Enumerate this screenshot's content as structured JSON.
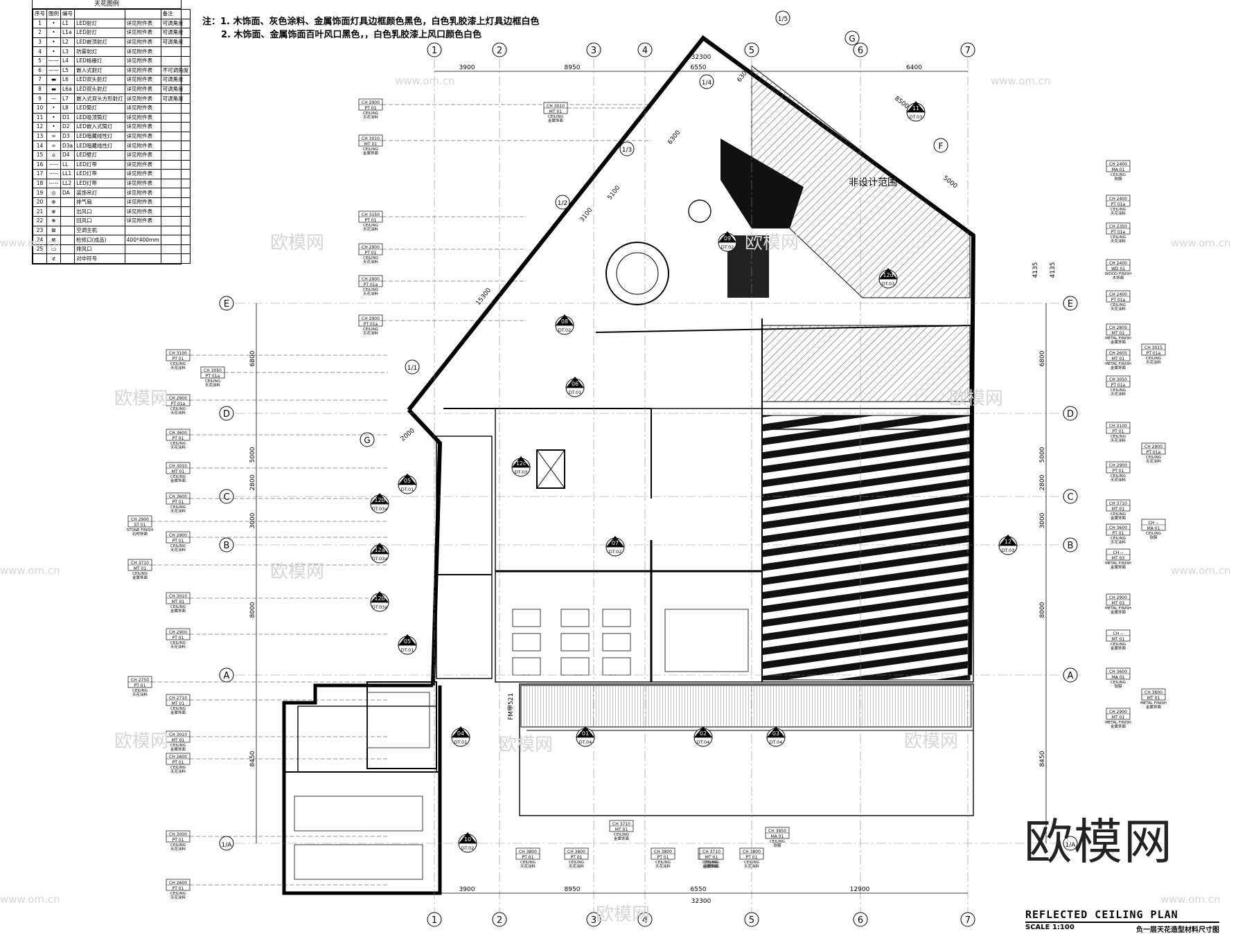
{
  "legend": {
    "title": "天花图例",
    "headers": [
      "序号",
      "图例",
      "编号",
      "",
      "",
      "备注"
    ],
    "rows": [
      {
        "n": "1",
        "sym": "•",
        "code": "L1",
        "desc": "LED射灯",
        "spec": "详见附件表",
        "note": "可调角度"
      },
      {
        "n": "2",
        "sym": "•",
        "code": "L1a",
        "desc": "LED射灯",
        "spec": "详见附件表",
        "note": "可调角度"
      },
      {
        "n": "3",
        "sym": "•",
        "code": "L2",
        "desc": "LED嵌顶射灯",
        "spec": "详见附件表",
        "note": "可调角度"
      },
      {
        "n": "4",
        "sym": "•",
        "code": "L3",
        "desc": "防雾射灯",
        "spec": "详见附件表",
        "note": ""
      },
      {
        "n": "5",
        "sym": "——",
        "code": "L4",
        "desc": "LED格栅灯",
        "spec": "详见附件表",
        "note": ""
      },
      {
        "n": "6",
        "sym": "——",
        "code": "L5",
        "desc": "嵌入式射灯",
        "spec": "详见附件表",
        "note": "不可调角度"
      },
      {
        "n": "7",
        "sym": "▬",
        "code": "L6",
        "desc": "LED双头射灯",
        "spec": "详见附件表",
        "note": "可调角度"
      },
      {
        "n": "8",
        "sym": "▬",
        "code": "L6a",
        "desc": "LED双头射灯",
        "spec": "详见附件表",
        "note": "可调角度"
      },
      {
        "n": "9",
        "sym": "—",
        "code": "L7",
        "desc": "嵌入式双头方形射灯",
        "spec": "详见附件表",
        "note": "可调角度"
      },
      {
        "n": "10",
        "sym": "•",
        "code": "L8",
        "desc": "LED筒灯",
        "spec": "详见附件表",
        "note": ""
      },
      {
        "n": "11",
        "sym": "•",
        "code": "D1",
        "desc": "LED吸顶筒灯",
        "spec": "详见附件表",
        "note": ""
      },
      {
        "n": "12",
        "sym": "•",
        "code": "D2",
        "desc": "LED嵌入式筒灯",
        "spec": "详见附件表",
        "note": ""
      },
      {
        "n": "13",
        "sym": "═",
        "code": "D3",
        "desc": "LED暗藏线性灯",
        "spec": "详见附件表",
        "note": ""
      },
      {
        "n": "14",
        "sym": "═",
        "code": "D3a",
        "desc": "LED暗藏线性灯",
        "spec": "详见附件表",
        "note": ""
      },
      {
        "n": "15",
        "sym": "⌂",
        "code": "D4",
        "desc": "LED壁灯",
        "spec": "详见附件表",
        "note": ""
      },
      {
        "n": "16",
        "sym": "-----",
        "code": "LL",
        "desc": "LED灯带",
        "spec": "详见附件表",
        "note": ""
      },
      {
        "n": "17",
        "sym": "-----",
        "code": "LL1",
        "desc": "LED灯带",
        "spec": "详见附件表",
        "note": ""
      },
      {
        "n": "18",
        "sym": "-----",
        "code": "LL2",
        "desc": "LED灯带",
        "spec": "详见附件表",
        "note": ""
      },
      {
        "n": "19",
        "sym": "◎",
        "code": "DA",
        "desc": "装饰吊灯",
        "spec": "详见附件表",
        "note": ""
      },
      {
        "n": "20",
        "sym": "⊕",
        "code": "",
        "desc": "排气扇",
        "spec": "详见附件表",
        "note": ""
      },
      {
        "n": "21",
        "sym": "⊕",
        "code": "",
        "desc": "出风口",
        "spec": "详见附件表",
        "note": ""
      },
      {
        "n": "22",
        "sym": "⊕",
        "code": "",
        "desc": "回风口",
        "spec": "详见附件表",
        "note": ""
      },
      {
        "n": "23",
        "sym": "⊠",
        "code": "",
        "desc": "空调主机",
        "spec": "",
        "note": ""
      },
      {
        "n": "24",
        "sym": "⊠",
        "code": "",
        "desc": "检修口(成品)",
        "spec": "400*400mm",
        "note": ""
      },
      {
        "n": "25",
        "sym": "▭",
        "code": "",
        "desc": "排风口",
        "spec": "",
        "note": ""
      },
      {
        "n": "",
        "sym": "⊄",
        "code": "",
        "desc": "对中符号",
        "spec": "",
        "note": ""
      }
    ]
  },
  "notes": [
    "注：1. 木饰面、灰色涂料、金属饰面灯具边框颜色黑色，白色乳胶漆上灯具边框白色",
    "2. 木饰面、金属饰面百叶风口黑色，，白色乳胶漆上风口颜色白色"
  ],
  "grid": {
    "columns": [
      "1",
      "2",
      "3",
      "4",
      "5",
      "6",
      "7"
    ],
    "rows": [
      "E",
      "D",
      "C",
      "B",
      "A",
      "1/A"
    ],
    "diagonal": [
      "1/1",
      "1/2",
      "1/3",
      "1/4",
      "1/5"
    ],
    "diagonal_ends": [
      "G",
      "F"
    ],
    "top_dims": [
      "3900",
      "8950",
      "6550",
      "6400"
    ],
    "top_total": "32300",
    "bottom_dims": [
      "3900",
      "8950",
      "6550",
      "12900"
    ],
    "bottom_total": "32300",
    "left_dims": [
      "6800",
      "5000",
      "2800",
      "3000",
      "8000",
      "8450"
    ],
    "right_dims": [
      "6800",
      "5000",
      "2800",
      "3000",
      "8000",
      "8450"
    ],
    "right_outer": "4135",
    "right_outer_b": "4135",
    "diag_dims": [
      "6300",
      "5100",
      "3100",
      "6300",
      "15300",
      "2000",
      "8500",
      "5000"
    ]
  },
  "rooms": {
    "non_design": "非设计范围",
    "fm": "FM甲521"
  },
  "section_markers": [
    {
      "num": "11",
      "ref": "DT.03"
    },
    {
      "num": "09",
      "ref": "DT.02"
    },
    {
      "num": "08",
      "ref": "DT.02"
    },
    {
      "num": "06",
      "ref": "DT.01"
    },
    {
      "num": "12c",
      "ref": "DT.03"
    },
    {
      "num": "05",
      "ref": "DT.01"
    },
    {
      "num": "12b",
      "ref": "DT.03a"
    },
    {
      "num": "12a",
      "ref": "DT.03a"
    },
    {
      "num": "12b",
      "ref": "DT.03a"
    },
    {
      "num": "05",
      "ref": "DT.01"
    },
    {
      "num": "07",
      "ref": "DT.02"
    },
    {
      "num": "04",
      "ref": "DT.01"
    },
    {
      "num": "01",
      "ref": "DT.04"
    },
    {
      "num": "02",
      "ref": "DT.04"
    },
    {
      "num": "03",
      "ref": "DT.04"
    },
    {
      "num": "10",
      "ref": "DT.02"
    },
    {
      "num": "12",
      "ref": "DT.03"
    },
    {
      "num": "12d",
      "ref": "DT.03"
    }
  ],
  "tags_left": [
    {
      "h": "CH 3100",
      "c": "PT 01",
      "t": "CEILING",
      "s": "天花涂料"
    },
    {
      "h": "CH 3050",
      "c": "PT 01a",
      "t": "CEILING",
      "s": "天花涂料"
    },
    {
      "h": "CH 2900",
      "c": "PT 01a",
      "t": "CEILING",
      "s": "天花涂料"
    },
    {
      "h": "CH 3600",
      "c": "PT 01",
      "t": "CEILING",
      "s": "天花涂料"
    },
    {
      "h": "CH 3010",
      "c": "MT 01",
      "t": "CEILING",
      "s": "金属饰面"
    },
    {
      "h": "CH 3600",
      "c": "PT 01",
      "t": "CEILING",
      "s": "天花涂料"
    },
    {
      "h": "CH 2900",
      "c": "ST 01",
      "t": "STONE FINISH",
      "s": "石材饰面"
    },
    {
      "h": "CH 2900",
      "c": "PT 01",
      "t": "CEILING",
      "s": "天花涂料"
    },
    {
      "h": "CH 3710",
      "c": "MT 01",
      "t": "CEILING",
      "s": "金属饰面"
    },
    {
      "h": "CH 3010",
      "c": "MT 01",
      "t": "CEILING",
      "s": "金属饰面"
    },
    {
      "h": "CH 2900",
      "c": "PT 01",
      "t": "CEILING",
      "s": "天花涂料"
    },
    {
      "h": "CH 2750",
      "c": "PT 01",
      "t": "CEILING",
      "s": "天花涂料"
    },
    {
      "h": "CH 2710",
      "c": "MT 01",
      "t": "CEILING",
      "s": "金属饰面"
    },
    {
      "h": "CH 3010",
      "c": "MT 01",
      "t": "CEILING",
      "s": "金属饰面"
    },
    {
      "h": "CH 2600",
      "c": "PT 01",
      "t": "CEILING",
      "s": "天花涂料"
    },
    {
      "h": "CH 3000",
      "c": "PT 01",
      "t": "CEILING",
      "s": "天花涂料"
    },
    {
      "h": "CH 2600",
      "c": "PT 01",
      "t": "CEILING",
      "s": "天花涂料"
    }
  ],
  "tags_top": [
    {
      "h": "CH 2900",
      "c": "PT 01",
      "t": "CEILING",
      "s": "天花涂料"
    },
    {
      "h": "CH 3010",
      "c": "MT 01",
      "t": "CEILING",
      "s": "金属饰面"
    },
    {
      "h": "CH 3010",
      "c": "MT 01",
      "t": "CEILING",
      "s": "金属饰面"
    },
    {
      "h": "CH 3150",
      "c": "PT 01",
      "t": "CEILING",
      "s": "天花涂料"
    },
    {
      "h": "CH 2900",
      "c": "PT 01",
      "t": "CEILING",
      "s": "天花涂料"
    },
    {
      "h": "CH 2900",
      "c": "PT 01a",
      "t": "CEILING",
      "s": "天花涂料"
    },
    {
      "h": "CH 2900",
      "c": "PT 01a",
      "t": "CEILING",
      "s": "天花涂料"
    }
  ],
  "tags_right": [
    {
      "h": "CH 2400",
      "c": "MA 01",
      "t": "CEILING",
      "s": "软膜"
    },
    {
      "h": "CH 2400",
      "c": "PT 01a",
      "t": "CEILING",
      "s": "天花涂料"
    },
    {
      "h": "CH 2350",
      "c": "PT 01a",
      "t": "CEILING",
      "s": "天花涂料"
    },
    {
      "h": "CH 2400",
      "c": "WD 01",
      "t": "WOOD FINISH",
      "s": "木饰面"
    },
    {
      "h": "CH 2400",
      "c": "PT 01a",
      "t": "CEILING",
      "s": "天花涂料"
    },
    {
      "h": "CH 2805",
      "c": "MT 01",
      "t": "METAL FINISH",
      "s": "金属饰面"
    },
    {
      "h": "CH 2605",
      "c": "MT 01",
      "t": "METAL FINISH",
      "s": "金属饰面"
    },
    {
      "h": "CH 3050",
      "c": "PT 01a",
      "t": "CEILING",
      "s": "天花涂料"
    },
    {
      "h": "CH 3100",
      "c": "PT 01",
      "t": "CEILING",
      "s": "天花涂料"
    },
    {
      "h": "CH 2900",
      "c": "PT 01",
      "t": "CEILING",
      "s": "天花涂料"
    },
    {
      "h": "CH 3710",
      "c": "MT 01",
      "t": "CEILING",
      "s": "金属饰面"
    },
    {
      "h": "CH 3600",
      "c": "PT 01",
      "t": "CEILING",
      "s": "天花涂料"
    },
    {
      "h": "CH --",
      "c": "MT 03",
      "t": "METAL FINISH",
      "s": "金属饰面"
    },
    {
      "h": "CH 2900",
      "c": "MT 03",
      "t": "METAL FINISH",
      "s": "金属饰面"
    },
    {
      "h": "CH --",
      "c": "MT 01",
      "t": "CEILING",
      "s": "金属饰面"
    },
    {
      "h": "CH 3600",
      "c": "MA 01",
      "t": "CEILING",
      "s": "软膜"
    },
    {
      "h": "CH 2900",
      "c": "MT 01",
      "t": "METAL FINISH",
      "s": "金属饰面"
    }
  ],
  "tags_right_far": [
    {
      "h": "CH 3015",
      "c": "PT 01a",
      "t": "CEILING",
      "s": "天花涂料"
    },
    {
      "h": "CH 2900",
      "c": "PT 01a",
      "t": "CEILING",
      "s": "天花涂料"
    },
    {
      "h": "CH --",
      "c": "MA 01",
      "t": "CEILING",
      "s": "软膜"
    },
    {
      "h": "CH 3600",
      "c": "MT 01",
      "t": "METAL FINISH",
      "s": "金属饰面"
    }
  ],
  "tags_bottom": [
    {
      "h": "CH 3800",
      "c": "PT 01",
      "t": "CEILING",
      "s": "天花涂料"
    },
    {
      "h": "CH 3600",
      "c": "PT 01",
      "t": "CEILING",
      "s": "天花涂料"
    },
    {
      "h": "CH 3710",
      "c": "MT 01",
      "t": "CEILING",
      "s": "金属饰面"
    },
    {
      "h": "CH 3800",
      "c": "PT 01",
      "t": "CEILING",
      "s": "天花涂料"
    },
    {
      "h": "CH 3710",
      "c": "MT 01",
      "t": "CEILING",
      "s": "金属饰面"
    },
    {
      "h": "CH 3800",
      "c": "PT 01",
      "t": "CEILING",
      "s": "天花涂料"
    },
    {
      "h": "CH 3710",
      "c": "MT 01",
      "t": "CEILING",
      "s": "金属饰面"
    },
    {
      "h": "CH 3950",
      "c": "MA 01",
      "t": "CEILING",
      "s": "软膜"
    }
  ],
  "title": {
    "main": "REFLECTED CEILING PLAN",
    "scale": "SCALE 1:100",
    "chinese": "负一层天花造型材料尺寸图"
  },
  "brand": "欧模网",
  "watermark": "欧模网",
  "watermark_url": "www.om.cn"
}
